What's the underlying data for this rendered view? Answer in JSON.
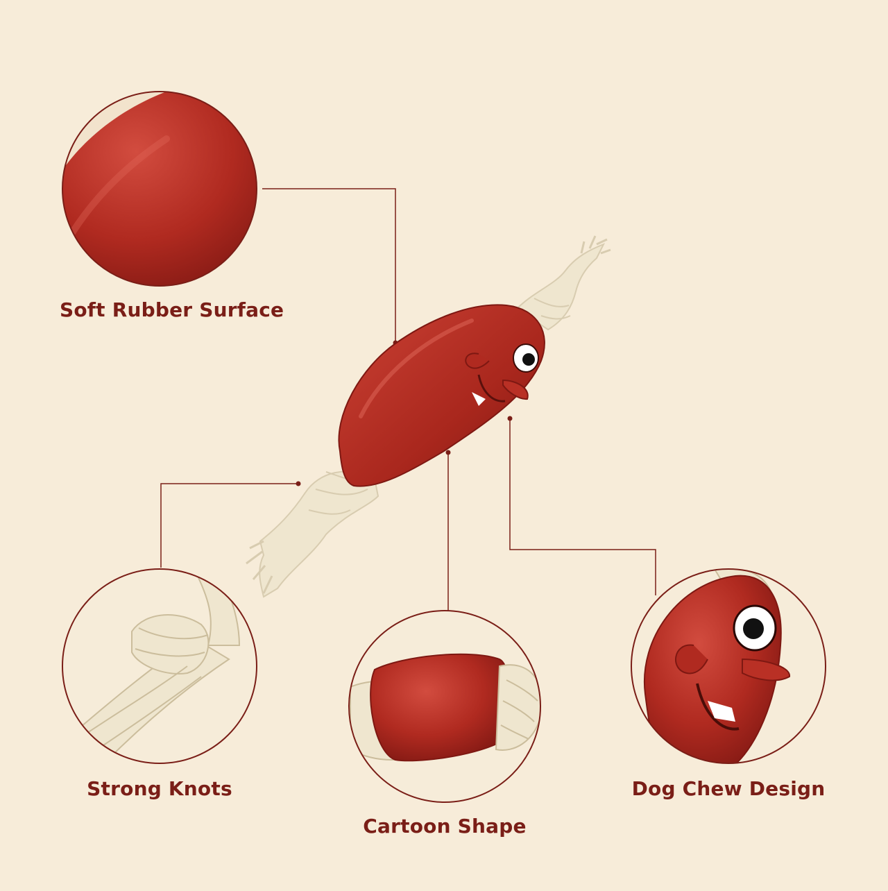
{
  "features": [
    {
      "id": "surface",
      "label": "Soft Rubber Surface",
      "icon": "rubber-closeup"
    },
    {
      "id": "knots",
      "label": "Strong Knots",
      "icon": "rope-knot-closeup"
    },
    {
      "id": "cartoon",
      "label": "Cartoon Shape",
      "icon": "sausage-end-closeup"
    },
    {
      "id": "chew",
      "label": "Dog Chew Design",
      "icon": "sausage-face-closeup"
    }
  ],
  "colors": {
    "background": "#f7ecd9",
    "accent": "#7a1e17",
    "rubber": "#b42c22",
    "rope": "#efe6cf"
  }
}
